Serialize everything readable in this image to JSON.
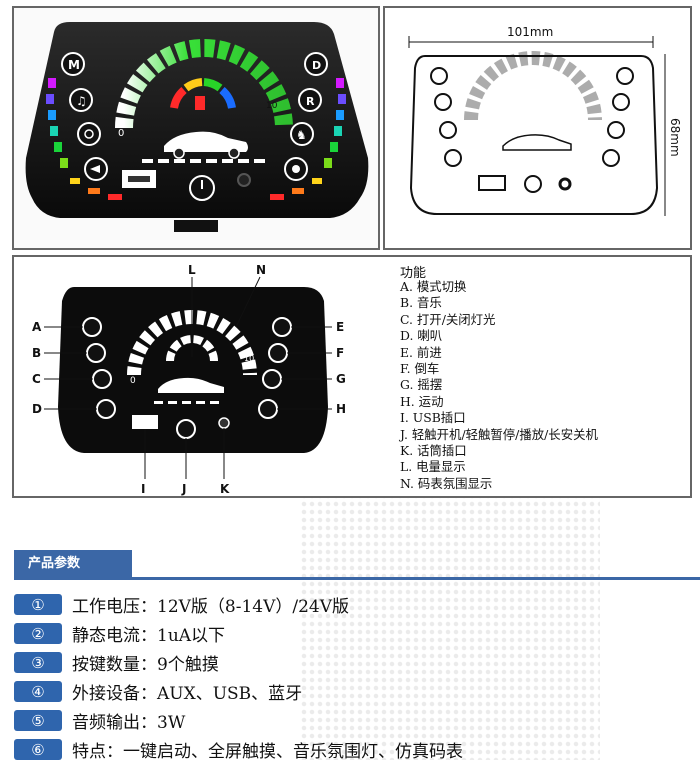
{
  "figures": {
    "render_seg_colors": [
      "#ff2a2a",
      "#ff7a1a",
      "#ffd41a",
      "#7bdc1a",
      "#1ad43a",
      "#1ad4b4",
      "#1a9cff",
      "#6b4dff",
      "#d41aff"
    ],
    "dim_label": "101mm",
    "dim_height_label": "68mm",
    "gauge_min": "0",
    "gauge_max": "10",
    "gauge_ticks": [
      "2",
      "4",
      "6",
      "8"
    ]
  },
  "callouts": {
    "A": "A",
    "B": "B",
    "C": "C",
    "D": "D",
    "E": "E",
    "F": "F",
    "G": "G",
    "H": "H",
    "I": "I",
    "J": "J",
    "K": "K",
    "L": "L",
    "N": "N"
  },
  "buttons": {
    "mode": "M",
    "forward": "D",
    "reverse": "R"
  },
  "functions": {
    "title": "功能",
    "items": [
      "A. 模式切换",
      "B. 音乐",
      "C. 打开/关闭灯光",
      "D. 喇叭",
      "E. 前进",
      "F. 倒车",
      "G. 摇摆",
      "H. 运动",
      "I. USB插口",
      "J. 轻触开机/轻触暂停/播放/长安关机",
      "K. 话筒插口",
      "L. 电量显示",
      "N. 码表氛围显示"
    ]
  },
  "specs": {
    "title": "产品参数",
    "items": [
      {
        "num": "①",
        "text": "工作电压：12V版（8-14V）/24V版"
      },
      {
        "num": "②",
        "text": "静态电流：1uA以下"
      },
      {
        "num": "③",
        "text": "按键数量：9个触摸"
      },
      {
        "num": "④",
        "text": "外接设备：AUX、USB、蓝牙"
      },
      {
        "num": "⑤",
        "text": "音频输出：3W"
      },
      {
        "num": "⑥",
        "text": "特点：一键启动、全屏触摸、音乐氛围灯、仿真码表"
      }
    ]
  },
  "colors": {
    "accent": "#2f65ad",
    "header": "#3b67a6"
  }
}
